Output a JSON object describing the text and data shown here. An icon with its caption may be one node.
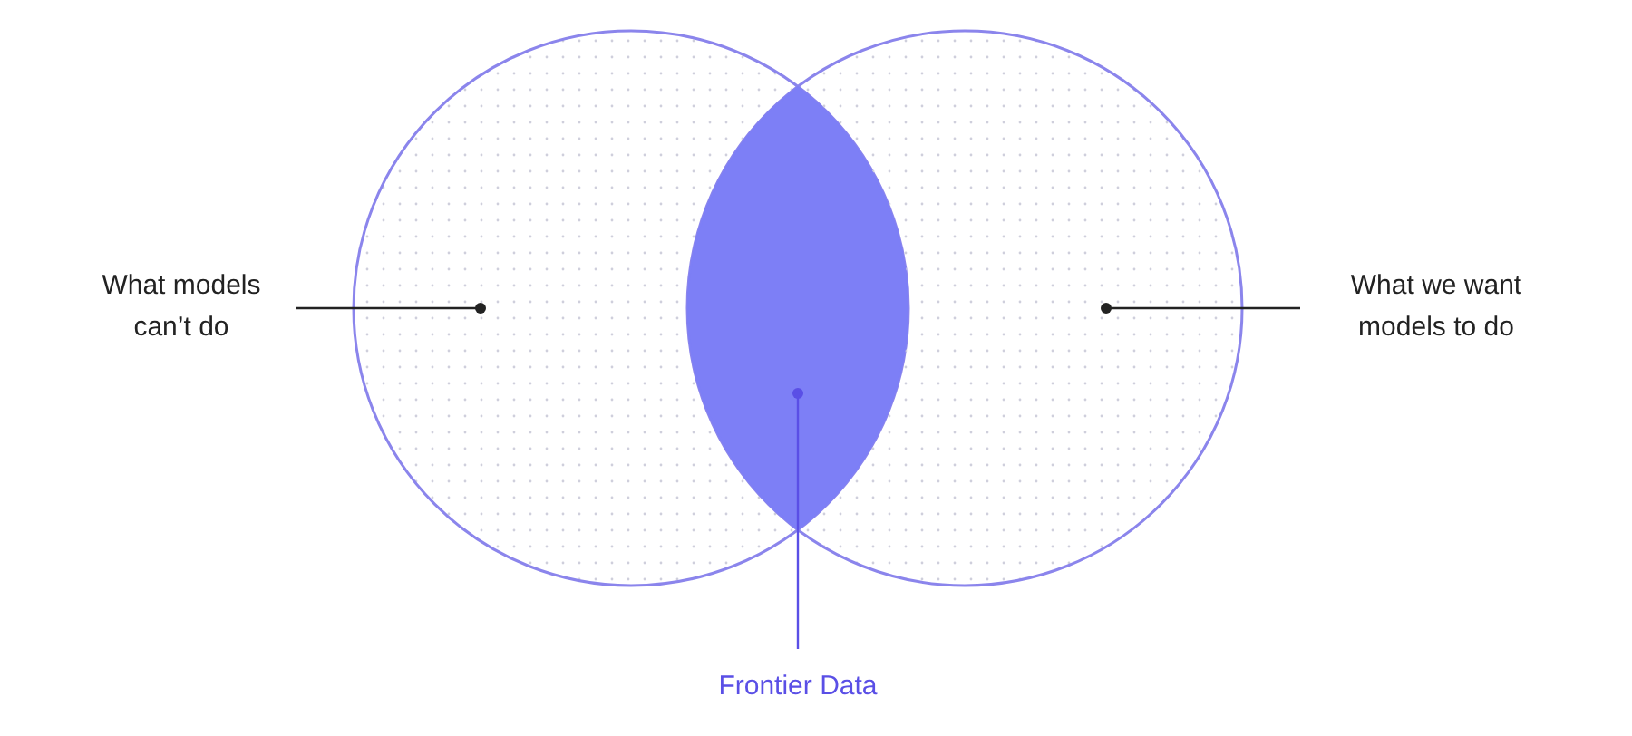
{
  "diagram": {
    "nodes": [
      {
        "text": [
          "What models can’t do"
        ]
      },
      {
        "text": [],
        "shape": "circle"
      },
      {
        "text": [],
        "shape": "lens"
      },
      {
        "text": [],
        "shape": "circle"
      },
      {
        "text": [
          "What we want models to do"
        ]
      },
      {
        "text": [
          "Frontier Data"
        ]
      }
    ],
    "edges": [
      {
        "from": 0,
        "to": 1,
        "arrow": "other"
      },
      {
        "from": 4,
        "to": 3,
        "arrow": "other"
      },
      {
        "from": 5,
        "to": 2,
        "arrow": "other",
        "color": "#5a4fe6"
      }
    ]
  }
}
